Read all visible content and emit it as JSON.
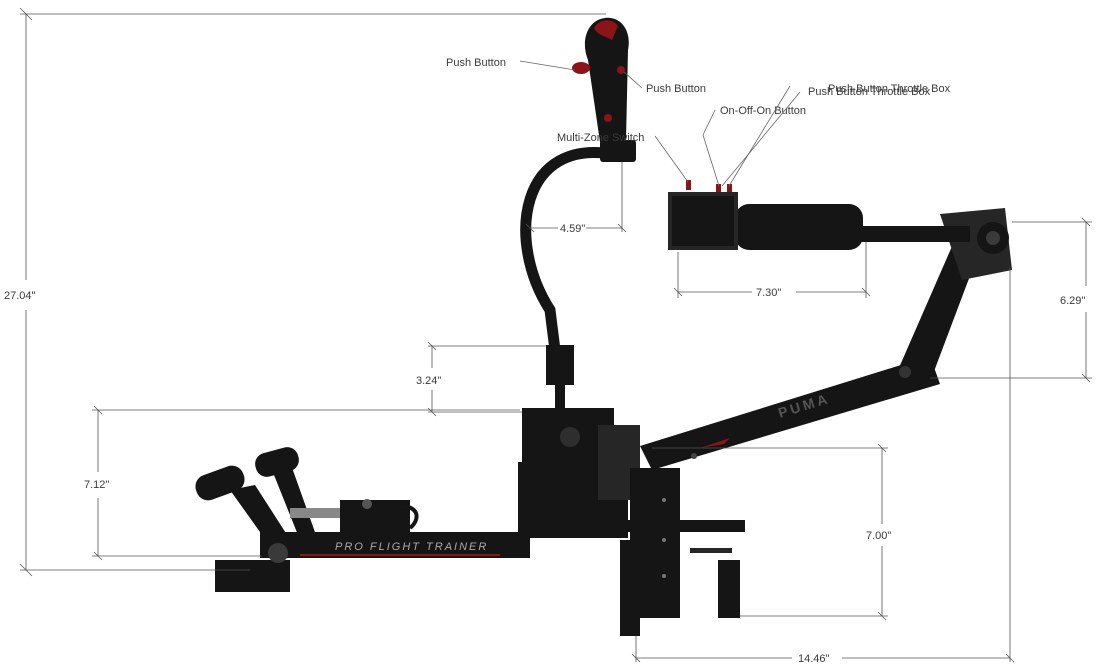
{
  "callouts": {
    "push_button_top": "Push Button",
    "push_button_side": "Push Button",
    "on_off_on_button": "On-Off-On Button",
    "multi_zone_switch": "Multi-Zone Switch",
    "push_button_throttle_box_a": "Push Button Throttle Box",
    "push_button_throttle_box_b": "Push Button Throttle Box"
  },
  "dimensions": {
    "overall_height": "27.04\"",
    "grip_offset": "4.59\"",
    "throttle_length": "7.30\"",
    "throttle_arm_height": "6.29\"",
    "stick_column": "3.24\"",
    "pedal_height": "7.12\"",
    "base_height": "7.00\"",
    "base_width": "14.46\""
  },
  "branding": {
    "rail_label": "PRO FLIGHT TRAINER",
    "arm_label": "PUMA"
  },
  "colors": {
    "frame": "#151515",
    "accent": "#8a1418"
  }
}
